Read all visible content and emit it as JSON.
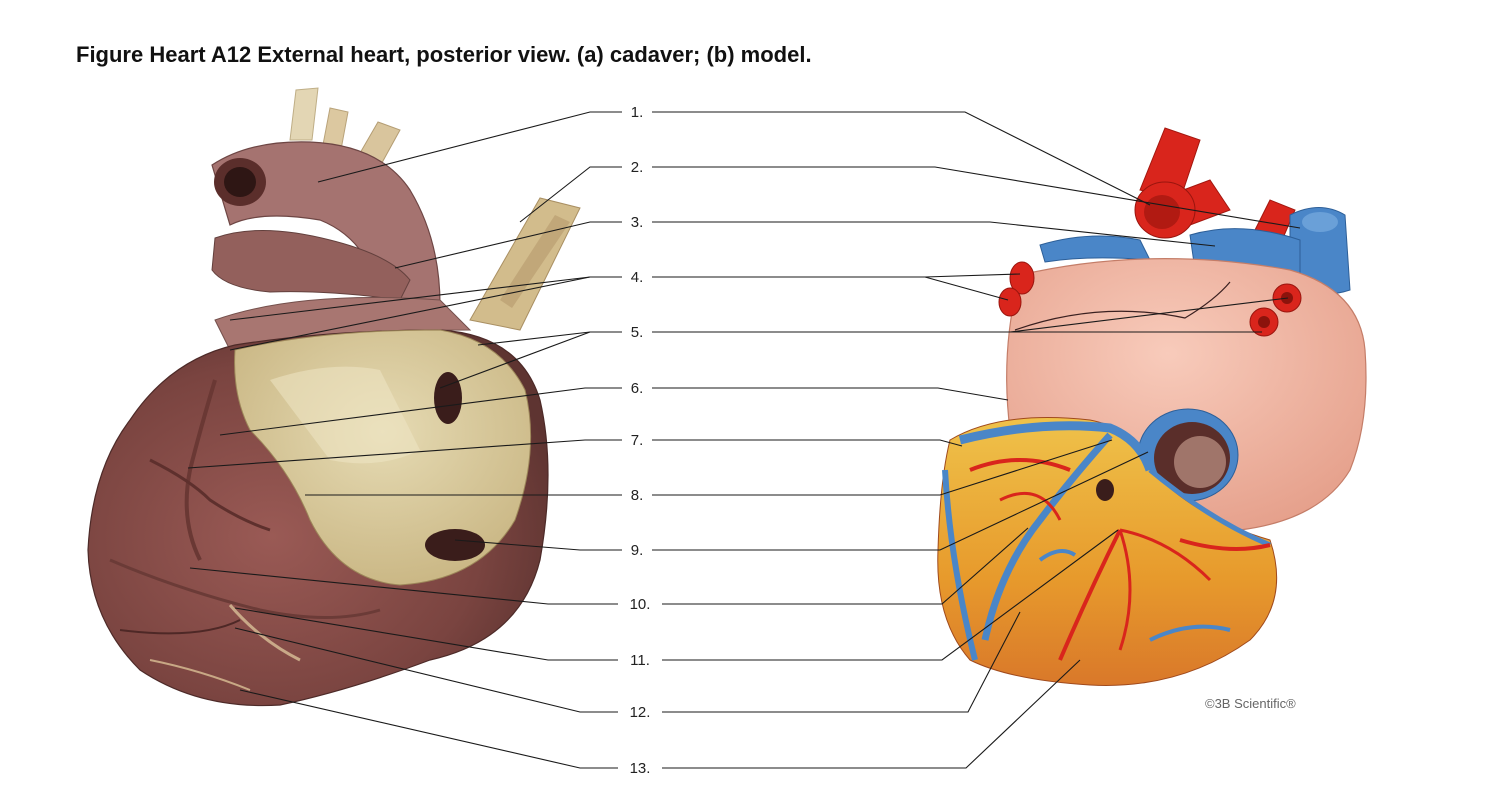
{
  "title": "Figure Heart A12 External heart, posterior view. (a) cadaver; (b) model.",
  "labels": [
    "1.",
    "2.",
    "3.",
    "4.",
    "5.",
    "6.",
    "7.",
    "8.",
    "9.",
    "10.",
    "11.",
    "12.",
    "13."
  ],
  "credit": "©3B Scientific®",
  "colors": {
    "cadaver_tissue": "#8a4e4a",
    "cadaver_fat": "#d8c89a",
    "model_red": "#d9251c",
    "model_blue": "#4a86c8",
    "model_pink": "#f0b6a4",
    "model_yellow": "#e9b63a",
    "leader_line": "#1a1a1a"
  }
}
